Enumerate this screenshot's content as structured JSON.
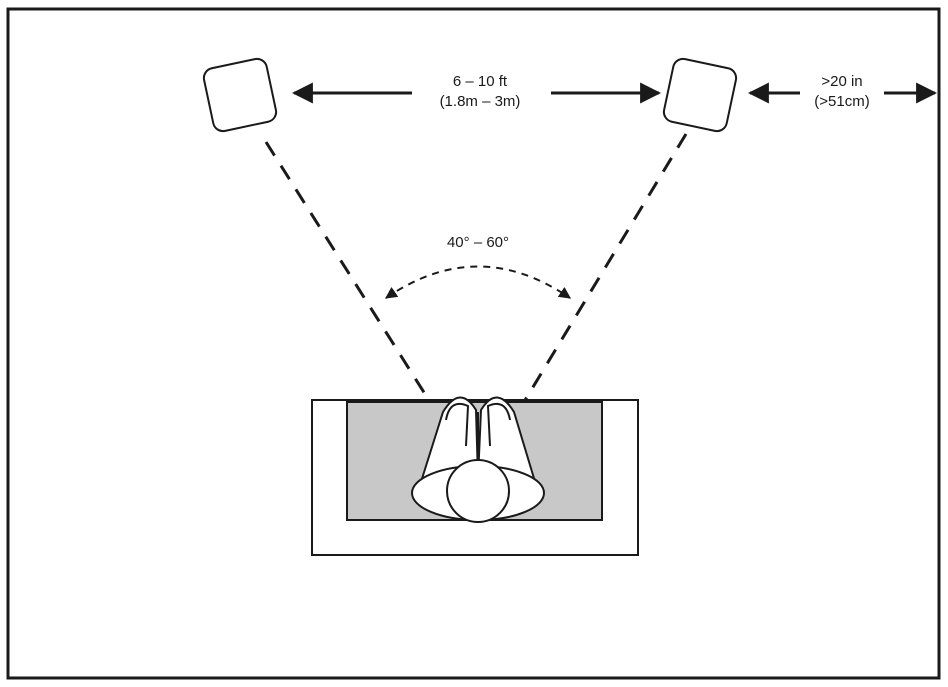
{
  "labels": {
    "speaker_distance_line1": "6 – 10 ft",
    "speaker_distance_line2": "(1.8m – 3m)",
    "wall_distance_line1": ">20 in",
    "wall_distance_line2": "(>51cm)",
    "listening_angle": "40° – 60°"
  },
  "colors": {
    "line": "#1a1a1a",
    "seat_fill": "#c8c8c8",
    "background": "#ffffff"
  }
}
